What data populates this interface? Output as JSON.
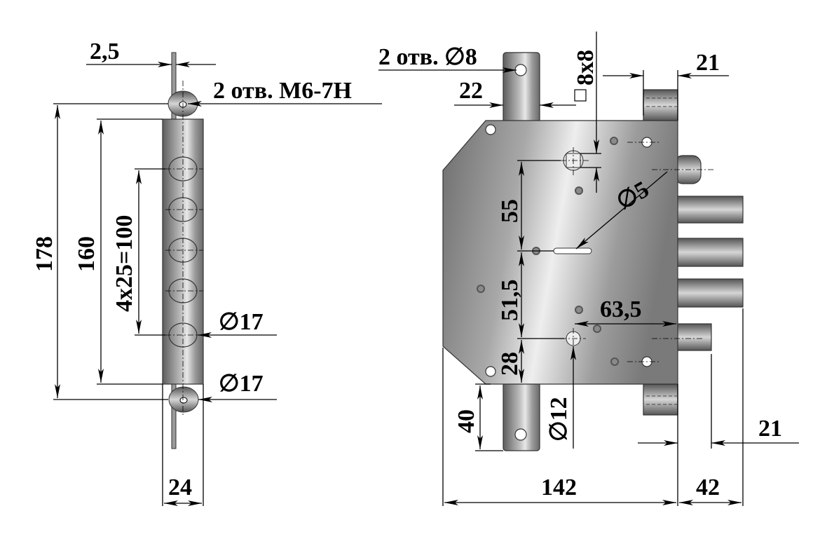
{
  "side_view": {
    "dim_plate_thickness": "2,5",
    "dim_mount_holes": "2 отв. М6-7Н",
    "dim_total_height": "178",
    "dim_body_height": "160",
    "dim_bolt_pitch": "4x25=100",
    "dim_bolt_diameter": "∅17",
    "dim_rosette_diameter": "∅17",
    "dim_width": "24"
  },
  "front_view": {
    "dim_strike_holes": "2 отв. ∅8",
    "dim_strike_width": "22",
    "dim_follower_square": "8x8",
    "dim_top_block": "21",
    "dim_follower_to_key": "55",
    "dim_key_to_cylinder": "51,5",
    "dim_cylinder_to_bottom": "28",
    "dim_strike_height": "40",
    "dim_cylinder_hole": "∅12",
    "dim_key_hole": "∅5",
    "dim_backset": "63,5",
    "dim_bolt_short": "21",
    "dim_body_width": "142",
    "dim_bolt_throw": "42"
  },
  "colors": {
    "metal_dark": "#5a5a5a",
    "metal_light": "#e6e6e6",
    "line": "#000000"
  }
}
